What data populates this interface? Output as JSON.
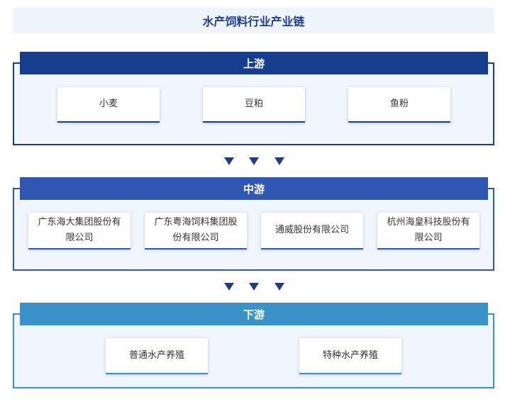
{
  "title": "水产饲料行业产业链",
  "colors": {
    "upstream": "#173e8c",
    "midstream": "#3058b3",
    "downstream": "#3b92c9",
    "arrow": "#1f3d8a",
    "panel_bg": "#f1f5fd"
  },
  "upstream": {
    "header": "上游",
    "items": [
      "小麦",
      "豆粕",
      "鱼粉"
    ]
  },
  "midstream": {
    "header": "中游",
    "items": [
      "广东海大集团股份有限公司",
      "广东粤海饲料集团股份有限公司",
      "通威股份有限公司",
      "杭州海皇科技股份有限公司"
    ]
  },
  "downstream": {
    "header": "下游",
    "items": [
      "普通水产养殖",
      "特种水产养殖"
    ]
  },
  "flow_arrow_icon": "triangle-down-icon"
}
